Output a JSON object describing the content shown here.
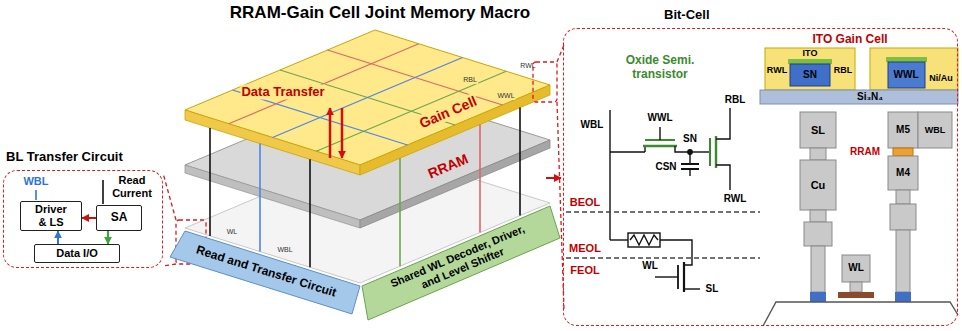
{
  "diagram": {
    "title": "RRAM-Gain Cell Joint Memory Macro",
    "nodes": [
      {
        "text": [
          "BL Transfer Circuit"
        ]
      },
      {
        "text": [
          "Driver & LS"
        ],
        "in": 0
      },
      {
        "text": [
          "SA"
        ],
        "in": 0
      },
      {
        "text": [
          "Data I/O"
        ],
        "in": 0
      },
      {
        "text": [
          "Read and Transfer Circuit"
        ]
      },
      {
        "text": [
          "Shared WL Decoder, Driver, and Level Shifter"
        ]
      },
      {
        "text": [
          "Bit-Cell"
        ]
      }
    ],
    "edges": [
      {
        "from": 2,
        "to": 1,
        "arrow": "to"
      },
      {
        "from": 3,
        "to": 1,
        "arrow": "to"
      },
      {
        "from": 2,
        "to": 3,
        "arrow": "to"
      }
    ],
    "labels": [
      "WBL",
      "Read Current",
      "Data Transfer",
      "Gain Cell",
      "RRAM",
      "RWL",
      "WWL",
      "RBL",
      "WL",
      "WBL",
      "Oxide Semi. transistor",
      "WBL",
      "WWL",
      "RBL",
      "SN",
      "CSN",
      "RWL",
      "BEOL",
      "MEOL",
      "FEOL",
      "WL",
      "SL",
      "ITO Gain Cell",
      "RWL",
      "ITO",
      "RBL",
      "SN",
      "WWL",
      "Ni/Au",
      "Si₃N₄",
      "SL",
      "Cu",
      "M5",
      "WBL",
      "RRAM",
      "M4",
      "WL"
    ]
  }
}
